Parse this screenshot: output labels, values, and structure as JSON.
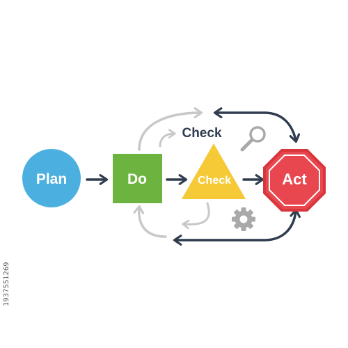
{
  "nodes": {
    "plan": {
      "label": "Plan",
      "color": "#4bb0e0"
    },
    "do": {
      "label": "Do",
      "color": "#6db33f"
    },
    "check": {
      "label": "Check",
      "color": "#f6c936"
    },
    "act": {
      "label": "Act",
      "color": "#e8474f",
      "border": "#d8353d"
    }
  },
  "check_heading": "Check",
  "side_ids": [
    "1937551269"
  ],
  "colors": {
    "arrow_dark": "#2f3d4f",
    "arrow_light": "#c8c8c8",
    "icon_gray": "#a9a9a9"
  },
  "icons": [
    "magnifier-icon",
    "gear-icon"
  ]
}
